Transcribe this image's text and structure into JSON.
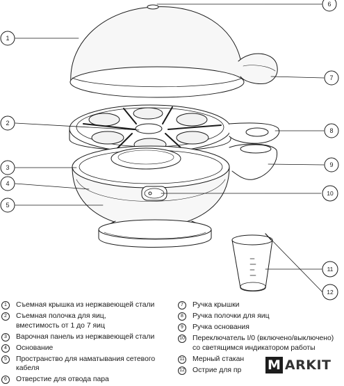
{
  "callouts": [
    {
      "num": "1"
    },
    {
      "num": "2"
    },
    {
      "num": "3"
    },
    {
      "num": "4"
    },
    {
      "num": "5"
    },
    {
      "num": "6"
    },
    {
      "num": "7"
    },
    {
      "num": "8"
    },
    {
      "num": "9"
    },
    {
      "num": "10"
    },
    {
      "num": "11"
    },
    {
      "num": "12"
    }
  ],
  "legend": {
    "left": [
      {
        "num": "1",
        "text": "Съемная крышка из нержавеющей стали"
      },
      {
        "num": "2",
        "text": "Съемная полочка для яиц, вместимость от 1 до 7 яиц"
      },
      {
        "num": "3",
        "text": "Варочная панель из нержавеющей стали"
      },
      {
        "num": "4",
        "text": "Основание"
      },
      {
        "num": "5",
        "text": "Пространство для наматывания сетевого кабеля"
      },
      {
        "num": "6",
        "text": "Отверстие для отвода пара"
      }
    ],
    "right": [
      {
        "num": "7",
        "text": "Ручка крышки"
      },
      {
        "num": "8",
        "text": "Ручка полочки для яиц"
      },
      {
        "num": "9",
        "text": "Ручка основания"
      },
      {
        "num": "10",
        "text": "Переключатель I/0 (включено/выключено) со светящимся индикатором работы"
      },
      {
        "num": "11",
        "text": "Мерный стакан"
      },
      {
        "num": "12",
        "text": "Острие для пр"
      }
    ]
  },
  "logo": {
    "first": "M",
    "rest": "ARKIT"
  }
}
